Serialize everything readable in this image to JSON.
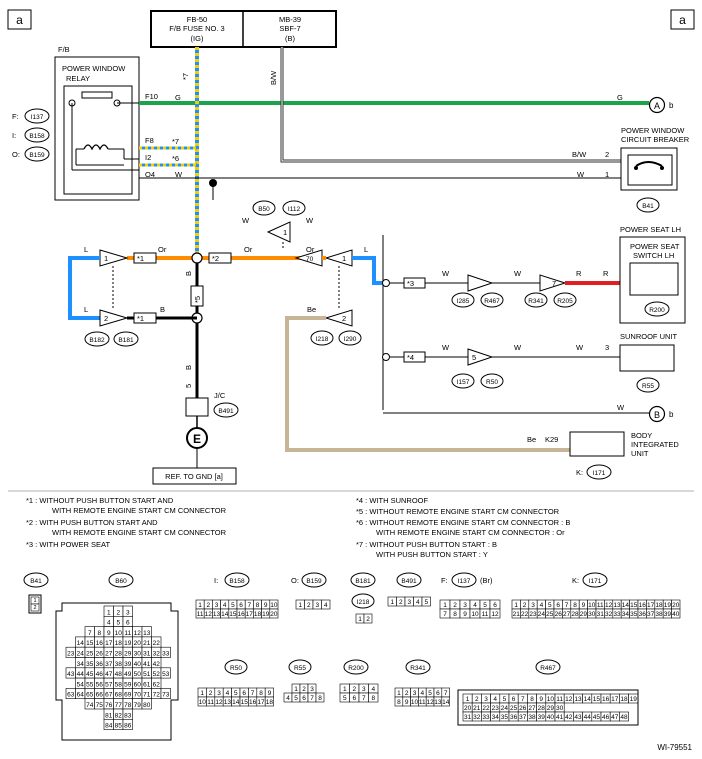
{
  "corner_label": "a",
  "top_boxes": {
    "fuse_left": {
      "line1": "FB-50",
      "line2": "F/B FUSE NO. 3",
      "line3": "(IG)"
    },
    "fuse_right": {
      "line1": "MB-39",
      "line2": "SBF-7",
      "line3": "(B)"
    }
  },
  "relay": {
    "fb_label": "F/B",
    "title1": "POWER WINDOW",
    "title2": "RELAY",
    "pins": [
      "F10",
      "F8",
      "I2",
      "O4"
    ],
    "conn_prefixes": [
      "F:",
      "I:",
      "O:"
    ],
    "conn_ids": [
      "I137",
      "B158",
      "B159"
    ]
  },
  "wire_labels": {
    "g": "G",
    "w": "W",
    "bw": "B/W",
    "b": "B",
    "l": "L",
    "or": "Or",
    "be": "Be",
    "r": "R",
    "star7": "*7",
    "star6": "*6",
    "star5": "*5",
    "star1": "*1",
    "star2": "*2",
    "star3": "*3",
    "star4": "*4",
    "k29": "K29",
    "pin5": "5",
    "pin2": "2",
    "pin1": "1",
    "pin3": "3",
    "pin70": "70",
    "pin7": "7"
  },
  "offpage": {
    "a": "A",
    "b": "B",
    "suffix": "b"
  },
  "breaker": {
    "title1": "POWER WINDOW",
    "title2": "CIRCUIT BREAKER",
    "id": "B41"
  },
  "seat": {
    "title1": "POWER SEAT LH",
    "title2": "POWER SEAT",
    "title3": "SWITCH LH",
    "id": "R200"
  },
  "sunroof": {
    "title": "SUNROOF UNIT",
    "id": "R55"
  },
  "biu": {
    "title1": "BODY",
    "title2": "INTEGRATED",
    "title3": "UNIT",
    "prefix": "K:",
    "id": "I171"
  },
  "jc": {
    "label": "J/C",
    "id": "B491",
    "ground": "E",
    "ref": "REF. TO GND [a]"
  },
  "connector_ids": [
    "B50",
    "I112",
    "B182",
    "B181",
    "I218",
    "I290",
    "I285",
    "R467",
    "R341",
    "R205",
    "I157",
    "R50"
  ],
  "notes": {
    "n1a": "*1  : WITHOUT PUSH BUTTON START AND",
    "n1b": "WITH REMOTE ENGINE START CM CONNECTOR",
    "n2a": "*2  : WITH PUSH BUTTON START AND",
    "n2b": "WITH REMOTE ENGINE START CM CONNECTOR",
    "n3": "*3  : WITH POWER SEAT",
    "n4": "*4  : WITH SUNROOF",
    "n5": "*5  : WITHOUT REMOTE ENGINE START CM CONNECTOR",
    "n6a": "*6  : WITHOUT REMOTE ENGINE START CM CONNECTOR  : B",
    "n6b": "WITH REMOTE ENGINE START CM CONNECTOR  : Or",
    "n7a": "*7  : WITHOUT PUSH BUTTON START  : B",
    "n7b": "WITH PUSH BUTTON START  : Y"
  },
  "connector_labels": {
    "b41": "B41",
    "b60": "B60",
    "b158p": "I:",
    "b158": "B158",
    "b159p": "O:",
    "b159": "B159",
    "b181": "B181",
    "i218": "I218",
    "b491": "B491",
    "i137p": "F:",
    "i137": "I137",
    "i137s": "(Br)",
    "i171p": "K:",
    "i171": "I171",
    "r50": "R50",
    "r55": "R55",
    "r200": "R200",
    "r341": "R341",
    "r467": "R467"
  },
  "b60_pins": [
    [
      "1",
      "2",
      "3"
    ],
    [
      "4",
      "5",
      "6"
    ],
    [
      "7",
      "8",
      "9",
      "10",
      "11",
      "12",
      "13"
    ],
    [
      "14",
      "15",
      "16",
      "17",
      "18",
      "19",
      "20",
      "21",
      "22"
    ],
    [
      "23",
      "24",
      "25",
      "26",
      "27",
      "28",
      "29",
      "30",
      "31",
      "32",
      "33"
    ],
    [
      "34",
      "35",
      "36",
      "37",
      "38",
      "39",
      "40",
      "41",
      "42"
    ],
    [
      "43",
      "44",
      "45",
      "46",
      "47",
      "48",
      "49",
      "50",
      "51",
      "52",
      "53"
    ],
    [
      "54",
      "55",
      "56",
      "57",
      "58",
      "59",
      "60",
      "61",
      "62"
    ],
    [
      "63",
      "64",
      "65",
      "66",
      "67",
      "68",
      "69",
      "70",
      "71",
      "72",
      "73"
    ],
    [
      "74",
      "75",
      "76",
      "77",
      "78",
      "79",
      "80"
    ],
    [
      "81",
      "82",
      "83"
    ],
    [
      "84",
      "85",
      "86"
    ]
  ],
  "b41_pins": [
    "1",
    "2"
  ],
  "b158_pins": [
    [
      "1",
      "2",
      "3",
      "4",
      "5",
      "6",
      "7",
      "8",
      "9",
      "10"
    ],
    [
      "11",
      "12",
      "13",
      "14",
      "15",
      "16",
      "17",
      "18",
      "19",
      "20"
    ]
  ],
  "b159_pins": [
    "1",
    "2",
    "3",
    "4"
  ],
  "i218_pins": [
    "1",
    "2"
  ],
  "b491_pins": [
    "1",
    "2",
    "3",
    "4",
    "5"
  ],
  "i137_pins": [
    [
      "1",
      "2",
      "3",
      "4",
      "5",
      "6"
    ],
    [
      "7",
      "8",
      "9",
      "10",
      "11",
      "12"
    ]
  ],
  "i171_pins": [
    [
      "1",
      "2",
      "3",
      "4",
      "5",
      "6",
      "7",
      "8",
      "9",
      "10",
      "11",
      "12",
      "13",
      "14",
      "15",
      "16",
      "17",
      "18",
      "19",
      "20"
    ],
    [
      "21",
      "22",
      "23",
      "24",
      "25",
      "26",
      "27",
      "28",
      "29",
      "30",
      "31",
      "32",
      "33",
      "34",
      "35",
      "36",
      "37",
      "38",
      "39",
      "40"
    ]
  ],
  "r50_pins": [
    [
      "1",
      "2",
      "3",
      "4",
      "5",
      "6",
      "7",
      "8",
      "9"
    ],
    [
      "10",
      "11",
      "12",
      "13",
      "14",
      "15",
      "16",
      "17",
      "18"
    ]
  ],
  "r55_pins": [
    [
      "1",
      "2",
      "3"
    ],
    [
      "4",
      "5",
      "6",
      "7",
      "8"
    ]
  ],
  "r200_pins": [
    [
      "1",
      "2",
      "3",
      "4"
    ],
    [
      "5",
      "6",
      "7",
      "8"
    ]
  ],
  "r341_pins": [
    [
      "1",
      "2",
      "3",
      "4",
      "5",
      "6",
      "7"
    ],
    [
      "8",
      "9",
      "10",
      "11",
      "12",
      "13",
      "14"
    ]
  ],
  "r467_pins": [
    [
      "1",
      "2",
      "3",
      "4",
      "5",
      "6",
      "7",
      "8",
      "9",
      "10",
      "11",
      "12",
      "13",
      "14",
      "15",
      "16",
      "17",
      "18",
      "19"
    ],
    [
      "20",
      "21",
      "22",
      "23",
      "24",
      "25",
      "26",
      "27",
      "28",
      "29",
      "30"
    ],
    [
      "31",
      "32",
      "33",
      "34",
      "35",
      "36",
      "37",
      "38",
      "39",
      "40",
      "41",
      "42",
      "43",
      "44",
      "45",
      "46",
      "47",
      "48"
    ]
  ],
  "diagram_code": "WI-79551"
}
